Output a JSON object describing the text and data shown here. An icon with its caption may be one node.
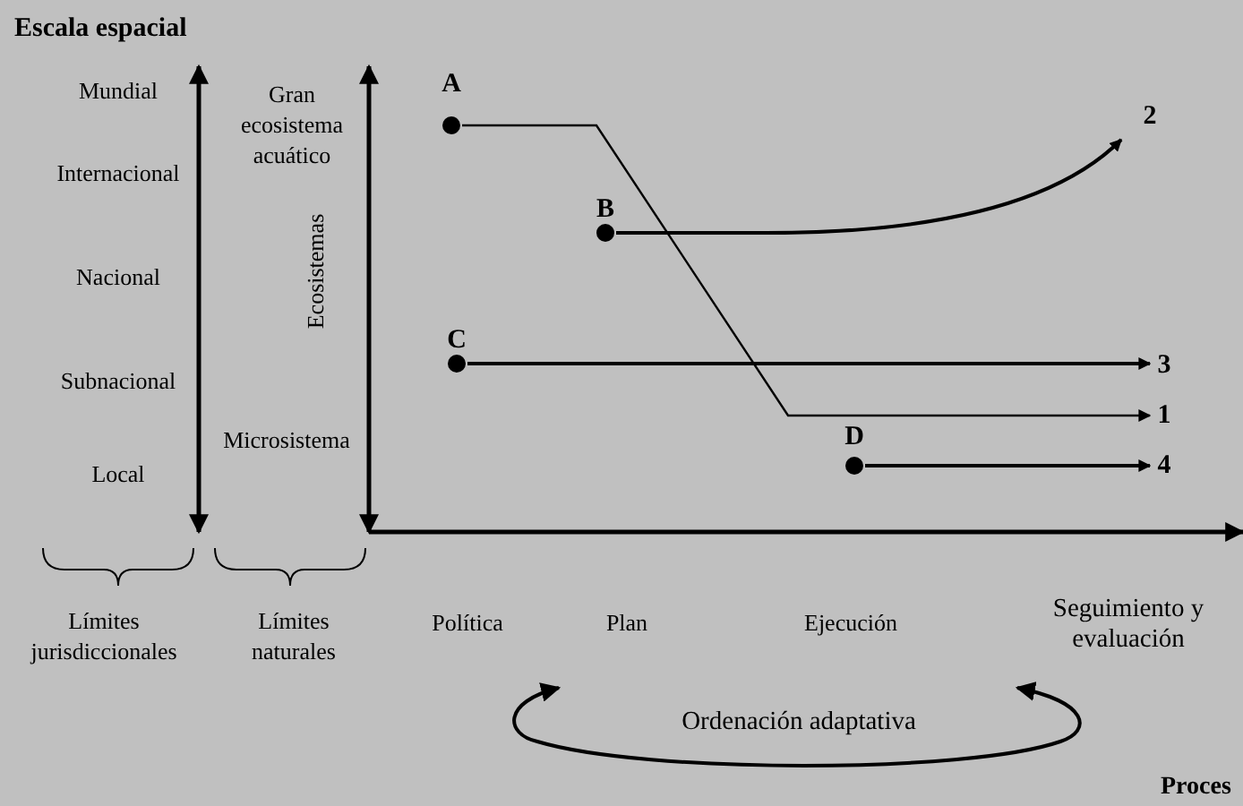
{
  "diagram": {
    "title": "Escala espacial",
    "nodes": [
      {
        "text": [
          "A"
        ]
      },
      {
        "text": [
          "B"
        ]
      },
      {
        "text": [
          "C"
        ]
      },
      {
        "text": [
          "D"
        ]
      },
      {
        "text": [
          "1"
        ]
      },
      {
        "text": [
          "2"
        ]
      },
      {
        "text": [
          "3"
        ]
      },
      {
        "text": [
          "4"
        ]
      }
    ],
    "edges": [
      {
        "from": 0,
        "to": 4,
        "arrow": "to"
      },
      {
        "from": 1,
        "to": 5,
        "arrow": "to"
      },
      {
        "from": 2,
        "to": 6,
        "arrow": "to"
      },
      {
        "from": 3,
        "to": 7,
        "arrow": "to"
      }
    ],
    "labels": [
      "Mundial",
      "Internacional",
      "Nacional",
      "Subnacional",
      "Local",
      "Gran ecosistema acuático",
      "Ecosistemas",
      "Microsistema",
      "Límites jurisdiccionales",
      "Límites naturales",
      "Política",
      "Plan",
      "Ejecución",
      "Seguimiento y evaluación",
      "Ordenación adaptativa",
      "Proces"
    ]
  }
}
